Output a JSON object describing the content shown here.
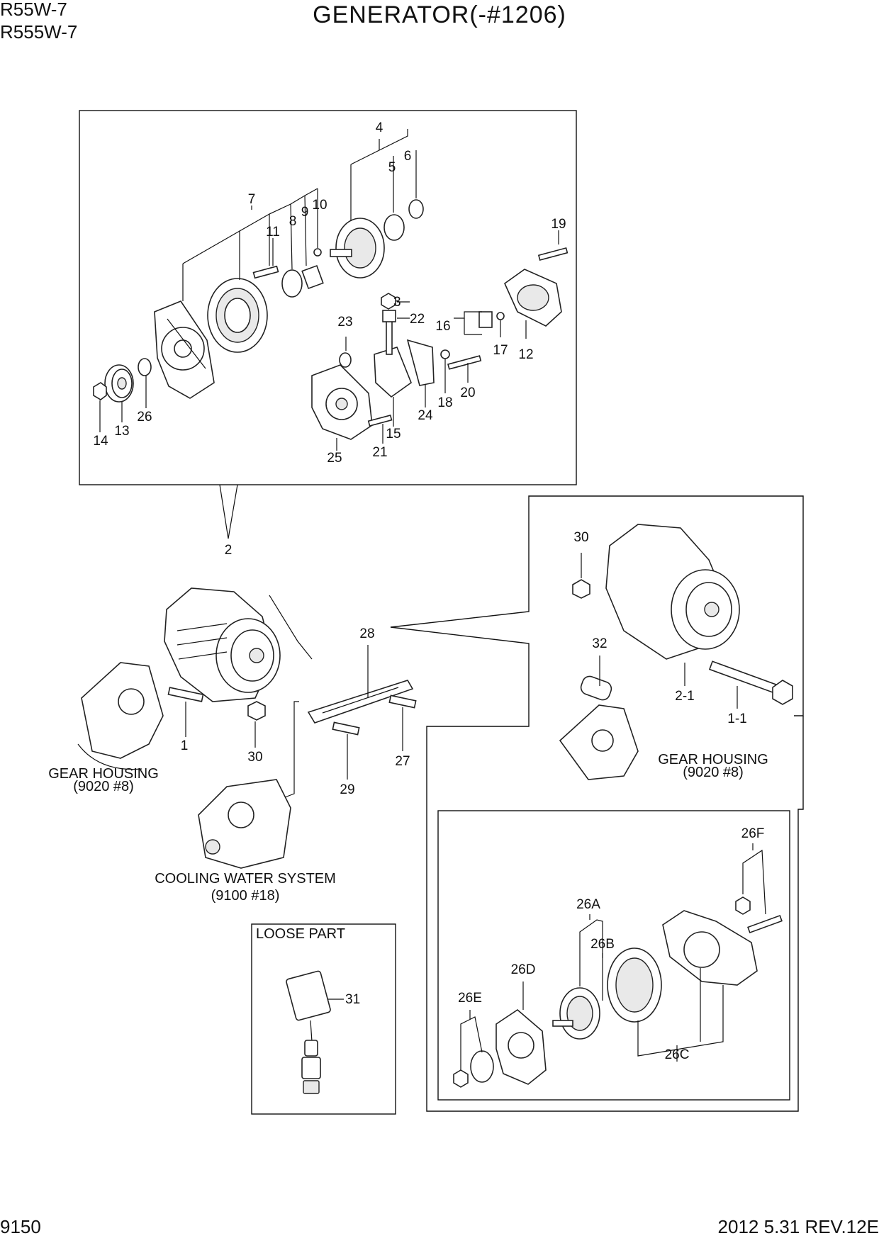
{
  "header": {
    "model_1": "R55W-7",
    "model_2": "R555W-7",
    "title": "GENERATOR(-#1206)"
  },
  "footer": {
    "page_number": "9150",
    "revision": "2012  5.31  REV.12E"
  },
  "notes": {
    "gear_housing_left": "GEAR HOUSING",
    "gear_housing_left_ref": "(9020 #8)",
    "gear_housing_right": "GEAR HOUSING",
    "gear_housing_right_ref": "(9020 #8)",
    "cooling_water": "COOLING WATER SYSTEM",
    "cooling_water_ref": "(9100 #18)",
    "loose_part": "LOOSE PART"
  },
  "callouts": {
    "p1": "1",
    "p1_1": "1-1",
    "p2": "2",
    "p2_1": "2-1",
    "p3": "3",
    "p4": "4",
    "p5": "5",
    "p6": "6",
    "p7": "7",
    "p8": "8",
    "p9": "9",
    "p10": "10",
    "p11": "11",
    "p12": "12",
    "p13": "13",
    "p14": "14",
    "p15": "15",
    "p16": "16",
    "p17": "17",
    "p18": "18",
    "p19": "19",
    "p20": "20",
    "p21": "21",
    "p22": "22",
    "p23": "23",
    "p24": "24",
    "p25": "25",
    "p26": "26",
    "p26a": "26A",
    "p26b": "26B",
    "p26c": "26C",
    "p26d": "26D",
    "p26e": "26E",
    "p26f": "26F",
    "p27": "27",
    "p28": "28",
    "p29": "29",
    "p30a": "30",
    "p30b": "30",
    "p31": "31",
    "p32": "32"
  }
}
